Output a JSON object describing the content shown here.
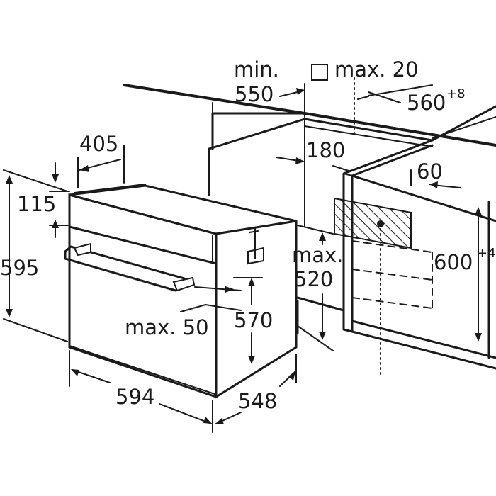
{
  "labels": {
    "min": "min.",
    "d550": "550",
    "vent_max": "max. 20",
    "d560": "560",
    "d560_tol": "+8",
    "d405": "405",
    "d180": "180",
    "d60": "60",
    "d115": "115",
    "d595": "595",
    "d600": "600",
    "d600_tol": "+4",
    "max520_a": "max.",
    "max520_b": "520",
    "d570": "570",
    "max50": "max. 50",
    "d594": "594",
    "d548": "548"
  }
}
